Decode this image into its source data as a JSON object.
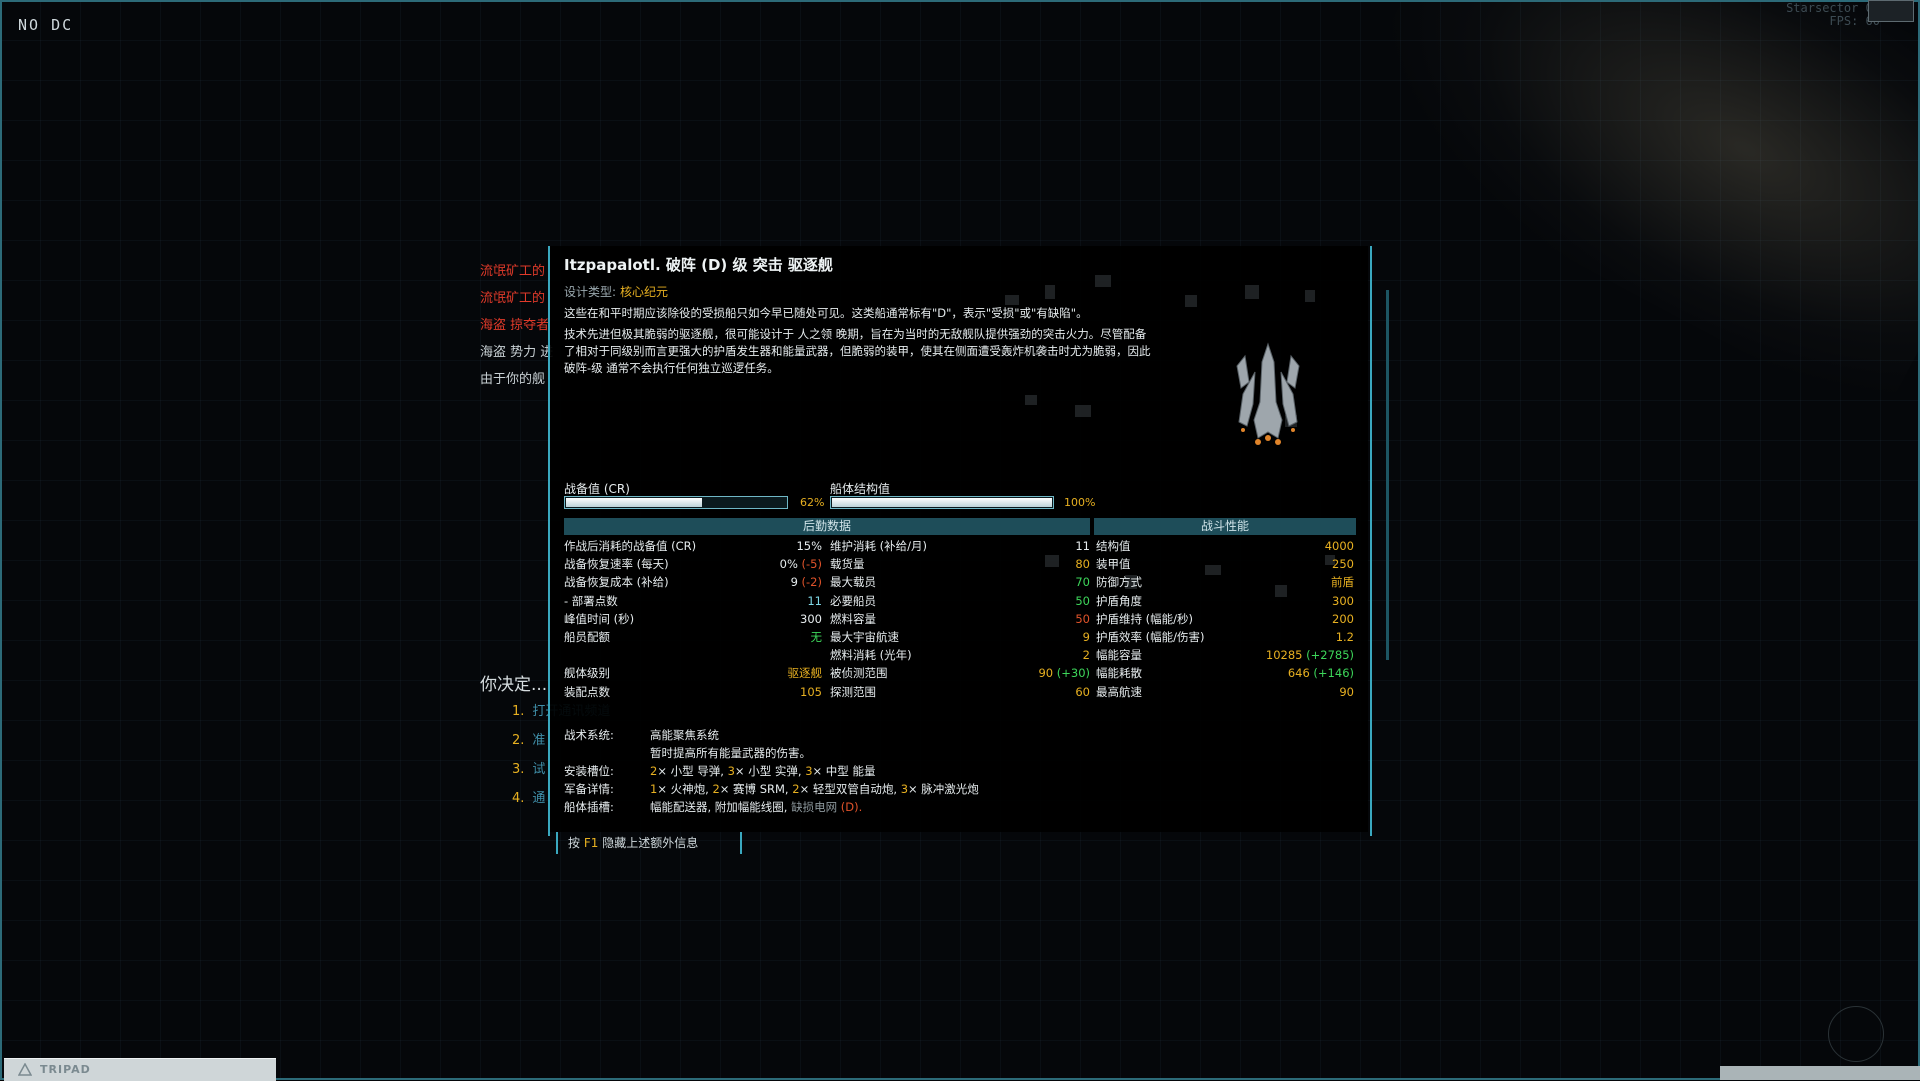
{
  "hud": {
    "connection_status": "NO DC",
    "fps_lines": [
      "Starsector 0.",
      "FPS: 60"
    ]
  },
  "background_dialog": {
    "lines": [
      {
        "text": "流氓矿工的",
        "color": "#e03a2a"
      },
      {
        "text": "流氓矿工的",
        "color": "#e03a2a"
      },
      {
        "text": "海盗 掠夺者",
        "color": "#e03a2a"
      },
      {
        "text": "海盗 势力 进",
        "color": "#c8d0d4"
      },
      {
        "text": "由于你的舰",
        "color": "#c8d0d4"
      }
    ],
    "decide_prompt": "你决定...",
    "options": [
      {
        "num": "1.",
        "text": "打开通讯频道"
      },
      {
        "num": "2.",
        "text": "准"
      },
      {
        "num": "3.",
        "text": "试"
      },
      {
        "num": "4.",
        "text": "通"
      }
    ]
  },
  "ship_tooltip": {
    "title": "Itzpapalotl. 破阵 (D) 级 突击 驱逐舰",
    "design_type_label": "设计类型:",
    "design_type_value": "核心纪元",
    "description": [
      "这些在和平时期应该除役的受损船只如今早已随处可见。这类船通常标有\"D\"，表示\"受损\"或\"有缺陷\"。",
      "技术先进但极其脆弱的驱逐舰，很可能设计于 人之领 晚期，旨在为当时的无敌舰队提供强劲的突击火力。尽管配备了相对于同级别而言更强大的护盾发生器和能量武器，但脆弱的装甲，使其在侧面遭受轰炸机袭击时尤为脆弱，因此 破阵-级 通常不会执行任何独立巡逻任务。"
    ],
    "cr": {
      "label": "战备值 (CR)",
      "value": 0.62,
      "pct_text": "62%"
    },
    "hull": {
      "label": "船体结构值",
      "value": 1.0,
      "pct_text": "100%"
    },
    "logistics_header": "后勤数据",
    "combat_header": "战斗性能",
    "logistics_col1": [
      {
        "label": "作战后消耗的战备值 (CR)",
        "value": "15%",
        "color": "w"
      },
      {
        "label": "战备恢复速率 (每天)",
        "value": "0%",
        "extra": "(-5)",
        "color": "w"
      },
      {
        "label": "战备恢复成本 (补给)",
        "value": "9",
        "extra": "(-2)",
        "color": "w"
      },
      {
        "label": " - 部署点数",
        "value": "11",
        "color": "c"
      },
      {
        "label": "峰值时间 (秒)",
        "value": "300",
        "color": "w"
      },
      {
        "label": "船员配额",
        "value": "无",
        "color": "g"
      },
      {
        "label": "",
        "value": "",
        "color": "w"
      },
      {
        "label": "舰体级别",
        "value": "驱逐舰",
        "color": "y"
      },
      {
        "label": "装配点数",
        "value": "105",
        "color": "y"
      }
    ],
    "logistics_col2": [
      {
        "label": "维护消耗 (补给/月)",
        "value": "11",
        "color": "w"
      },
      {
        "label": "载货量",
        "value": "80",
        "color": "y"
      },
      {
        "label": "最大载员",
        "value": "70",
        "color": "g"
      },
      {
        "label": "必要船员",
        "value": "50",
        "color": "g"
      },
      {
        "label": "燃料容量",
        "value": "50",
        "color": "r"
      },
      {
        "label": "最大宇宙航速",
        "value": "9",
        "color": "y"
      },
      {
        "label": "燃料消耗 (光年)",
        "value": "2",
        "color": "y"
      },
      {
        "label": "被侦测范围",
        "value": "90",
        "extra": "(+30)",
        "color": "y"
      },
      {
        "label": "探测范围",
        "value": "60",
        "color": "y"
      }
    ],
    "combat_col": [
      {
        "label": "结构值",
        "value": "4000",
        "color": "y"
      },
      {
        "label": "装甲值",
        "value": "250",
        "color": "y"
      },
      {
        "label": "防御方式",
        "value": "前盾",
        "color": "y"
      },
      {
        "label": "护盾角度",
        "value": "300",
        "color": "y"
      },
      {
        "label": "护盾维持 (幅能/秒)",
        "value": "200",
        "color": "y"
      },
      {
        "label": "护盾效率 (幅能/伤害)",
        "value": "1.2",
        "color": "y"
      },
      {
        "label": "幅能容量",
        "value": "10285",
        "extra": "(+2785)",
        "color": "y"
      },
      {
        "label": "幅能耗散",
        "value": "646",
        "extra": "(+146)",
        "color": "y"
      },
      {
        "label": "最高航速",
        "value": "90",
        "color": "y"
      }
    ],
    "tactical_system_label": "战术系统:",
    "tactical_system_name": "高能聚焦系统",
    "tactical_system_desc": "暂时提高所有能量武器的伤害。",
    "mounts_label": "安装槽位:",
    "mounts": [
      {
        "count": "2",
        "text": "× 小型 导弹,"
      },
      {
        "count": "3",
        "text": "× 小型 实弹,"
      },
      {
        "count": "3",
        "text": "× 中型 能量"
      }
    ],
    "armament_label": "军备详情:",
    "armament": [
      {
        "count": "1",
        "text": "× 火神炮,"
      },
      {
        "count": "2",
        "text": "× 赛博 SRM,"
      },
      {
        "count": "2",
        "text": "× 轻型双管自动炮,"
      },
      {
        "count": "3",
        "text": "× 脉冲激光炮"
      }
    ],
    "hullmods_label": "船体插槽:",
    "hullmods_text": "幅能配送器, 附加幅能线圈,",
    "hullmods_dmod": "缺损电网",
    "hullmods_dmod_suffix": "(D).",
    "f1_hint_prefix": "按",
    "f1_hint_key": "F1",
    "f1_hint_suffix": "隐藏上述额外信息"
  },
  "bottom_bar": {
    "label": "TRIPAD"
  },
  "colors": {
    "accent": "#3aa8bf",
    "highlight": "#e7b021",
    "positive": "#3dd65a",
    "negative": "#e0532a",
    "hostile": "#e03a2a"
  },
  "icons": [
    "tripad-icon",
    "ship-sprite",
    "circle-button-icon"
  ]
}
